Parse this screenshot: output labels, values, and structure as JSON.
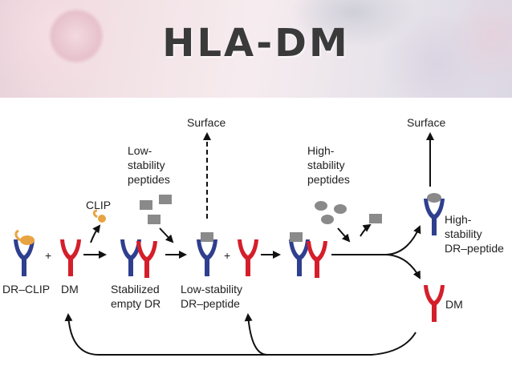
{
  "title": "HLA-DM",
  "labels": {
    "surface_1": "Surface",
    "surface_2": "Surface",
    "low_stability_peptides": [
      "Low-",
      "stability",
      "peptides"
    ],
    "high_stability_peptides": [
      "High-",
      "stability",
      "peptides"
    ],
    "clip": "CLIP",
    "plus_1": "+",
    "plus_2": "+",
    "dr_clip": "DR–CLIP",
    "dm_1": "DM",
    "stabilized_empty_dr": [
      "Stabilized",
      "empty DR"
    ],
    "low_stability_dr_peptide": [
      "Low-stability",
      "DR–peptide"
    ],
    "high_stability_dr_peptide": [
      "High-",
      "stability",
      "DR–peptide"
    ],
    "dm_2": "DM"
  },
  "colors": {
    "dr_blue": "#2f3f8f",
    "dm_red": "#d41f2b",
    "clip_orange": "#e8a442",
    "peptide_gray": "#8a8a8a",
    "arrow": "#111111"
  }
}
